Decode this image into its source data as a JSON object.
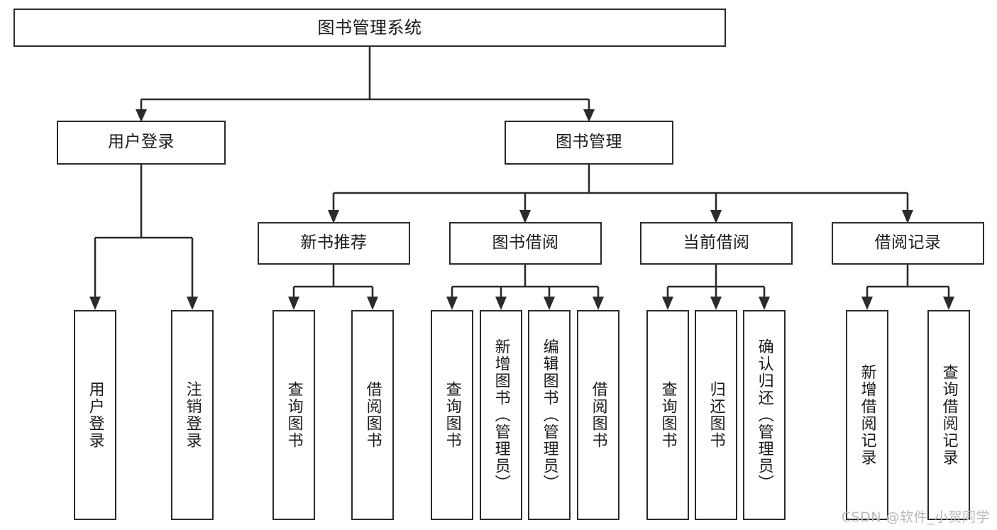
{
  "diagram": {
    "type": "tree",
    "title": "图书管理系统",
    "orientation": "top-down",
    "colors": {
      "stroke": "#2b2b2b",
      "fill": "#ffffff",
      "text": "#1a1a1a",
      "watermark": "#b9b9b9"
    },
    "root": {
      "label": "图书管理系统"
    },
    "level2": [
      {
        "label": "用户登录"
      },
      {
        "label": "图书管理"
      }
    ],
    "level3": [
      {
        "label": "新书推荐"
      },
      {
        "label": "图书借阅"
      },
      {
        "label": "当前借阅"
      },
      {
        "label": "借阅记录"
      }
    ],
    "leaves": {
      "user_login": [
        {
          "label": "用户登录"
        },
        {
          "label": "注销登录"
        }
      ],
      "new_book": [
        {
          "label": "查询图书"
        },
        {
          "label": "借阅图书"
        }
      ],
      "book_borrow": [
        {
          "label": "查询图书"
        },
        {
          "label": "新增图书（管理员）"
        },
        {
          "label": "编辑图书（管理员）"
        },
        {
          "label": "借阅图书"
        }
      ],
      "current_borrow": [
        {
          "label": "查询图书"
        },
        {
          "label": "归还图书"
        },
        {
          "label": "确认归还（管理员）"
        }
      ],
      "borrow_record": [
        {
          "label": "新增借阅记录"
        },
        {
          "label": "查询借阅记录"
        }
      ]
    }
  },
  "watermark": {
    "text": "CSDN @软件_小贺同学"
  }
}
